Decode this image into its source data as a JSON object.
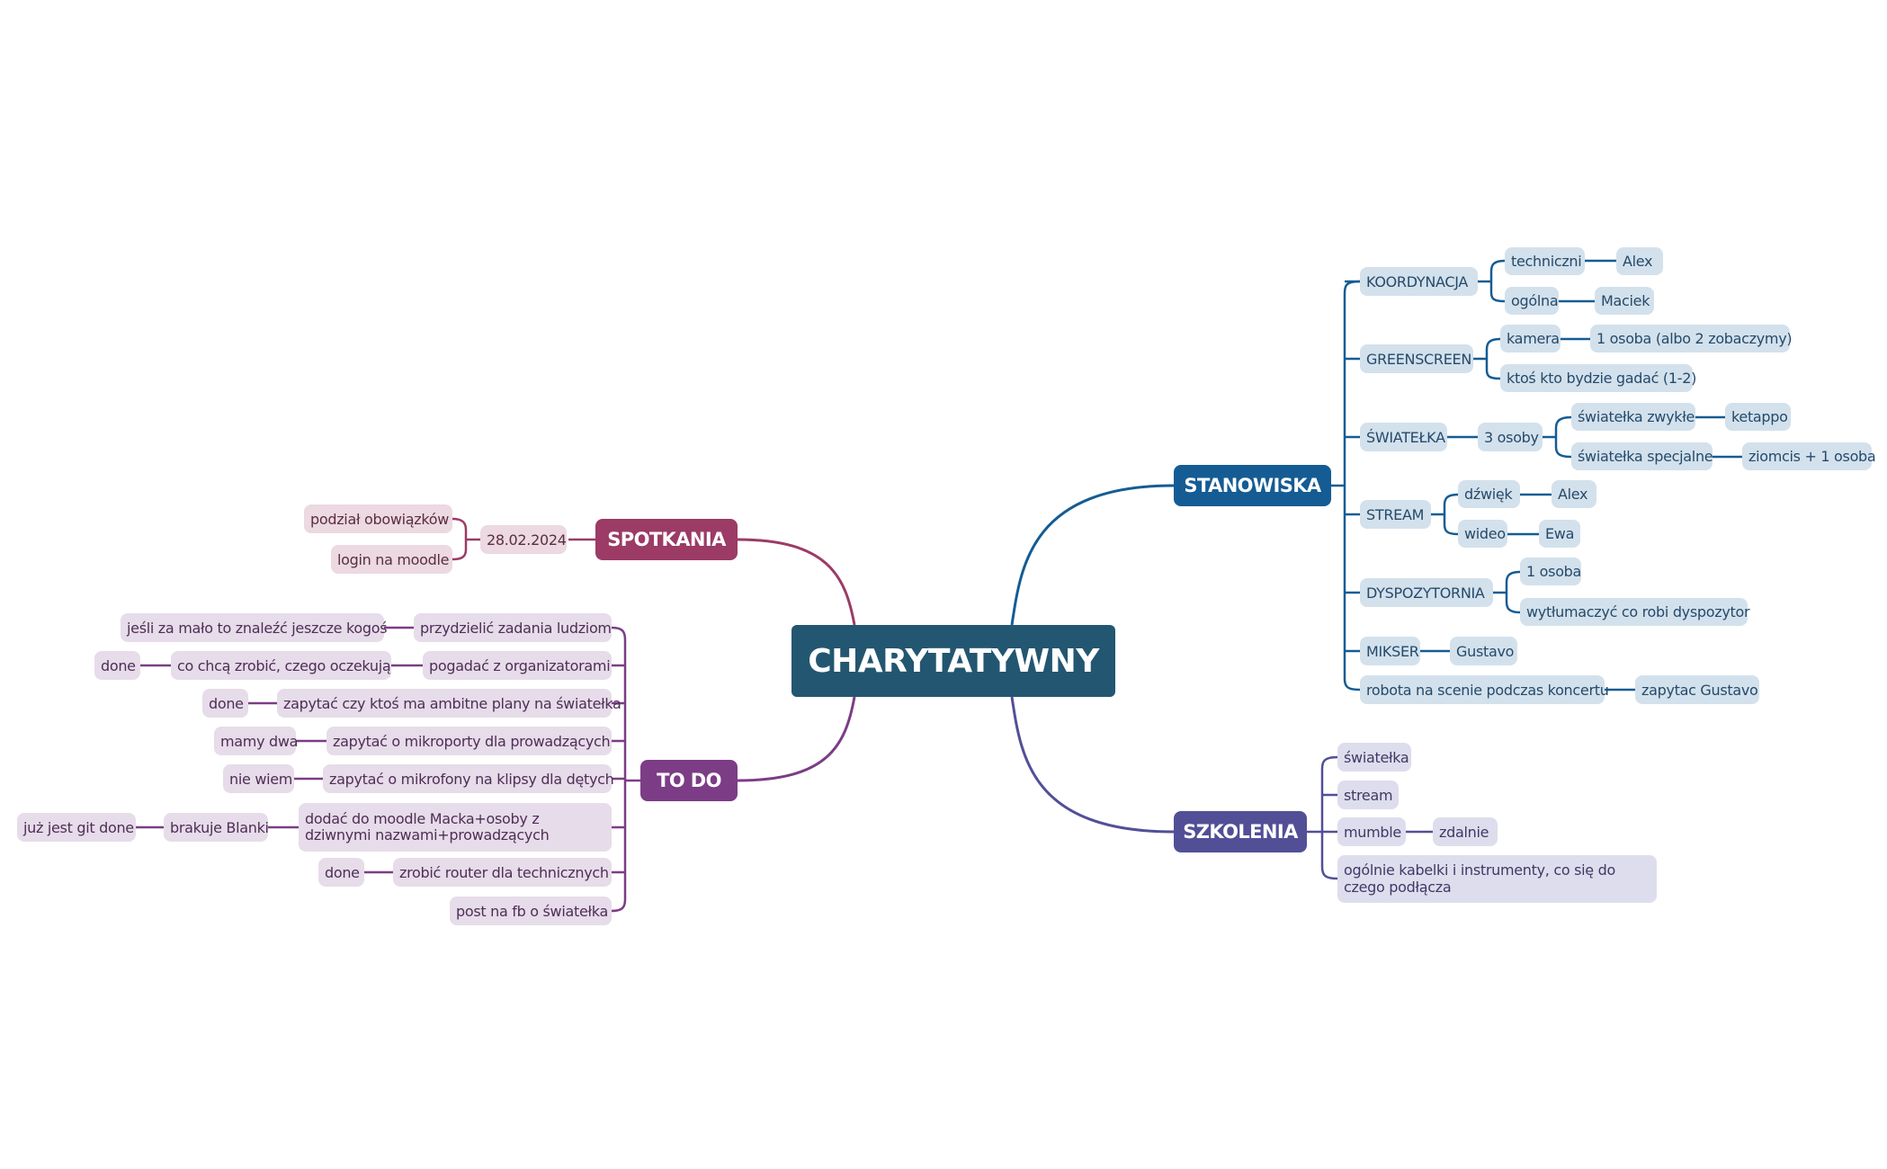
{
  "map": {
    "root": "CHARYTATYWNY",
    "colors": {
      "root": "#235670",
      "stanowiska": "#145c93",
      "szkolenia": "#524f97",
      "spotkania": "#9b3b66",
      "todo": "#7c3c86"
    },
    "stanowiska": {
      "title": "STANOWISKA",
      "koordynacja": {
        "label": "KOORDYNACJA",
        "techniczni": "techniczni",
        "alex": "Alex",
        "ogolna": "ogólna",
        "maciek": "Maciek"
      },
      "greenscreen": {
        "label": "GREENSCREEN",
        "kamera": "kamera",
        "kamera_val": "1 osoba (albo 2 zobaczymy)",
        "gadac": "ktoś kto bydzie gadać (1-2)"
      },
      "swiatelka": {
        "label": "ŚWIATEŁKA",
        "osoby": "3 osoby",
        "zwykle": "światełka zwykłe",
        "zwykle_val": "ketappo",
        "specjalne": "światełka specjalne",
        "specjalne_val": "ziomcis + 1 osoba"
      },
      "stream": {
        "label": "STREAM",
        "dzwiek": "dźwięk",
        "dzwiek_val": "Alex",
        "wideo": "wideo",
        "wideo_val": "Ewa"
      },
      "dyspozytornia": {
        "label": "DYSPOZYTORNIA",
        "osoba": "1 osoba",
        "wytlumaczyc": "wytłumaczyć co robi dyspozytor"
      },
      "mikser": {
        "label": "MIKSER",
        "val": "Gustavo"
      },
      "robota": {
        "label": "robota na scenie podczas koncertu",
        "val": "zapytac Gustavo"
      }
    },
    "szkolenia": {
      "title": "SZKOLENIA",
      "swiatelka": "światełka",
      "stream": "stream",
      "mumble": "mumble",
      "zdalnie": "zdalnie",
      "kabelki": "ogólnie kabelki i instrumenty, co się do czego podłącza"
    },
    "spotkania": {
      "title": "SPOTKANIA",
      "date": "28.02.2024",
      "podzial": "podział obowiązków",
      "login": "login na moodle"
    },
    "todo": {
      "title": "TO DO",
      "t1": "przydzielić zadania ludziom",
      "t1a": "jeśli za mało to znaleźć jeszcze kogoś",
      "t2": "pogadać z organizatorami",
      "t2a": "co chcą zrobić, czego oczekują",
      "t2b": "done",
      "t3": "zapytać czy ktoś ma ambitne plany na światełka",
      "t3a": "done",
      "t4": "zapytać o mikroporty dla prowadzących",
      "t4a": "mamy dwa",
      "t5": "zapytać o mikrofony na klipsy dla dętych",
      "t5a": "nie wiem",
      "t6": "dodać do moodle Macka+osoby z dziwnymi nazwami+prowadzących",
      "t6a": "brakuje Blanki",
      "t6b": "już jest git done",
      "t7": "zrobić router dla technicznych",
      "t7a": "done",
      "t8": "post na fb o światełka"
    }
  }
}
